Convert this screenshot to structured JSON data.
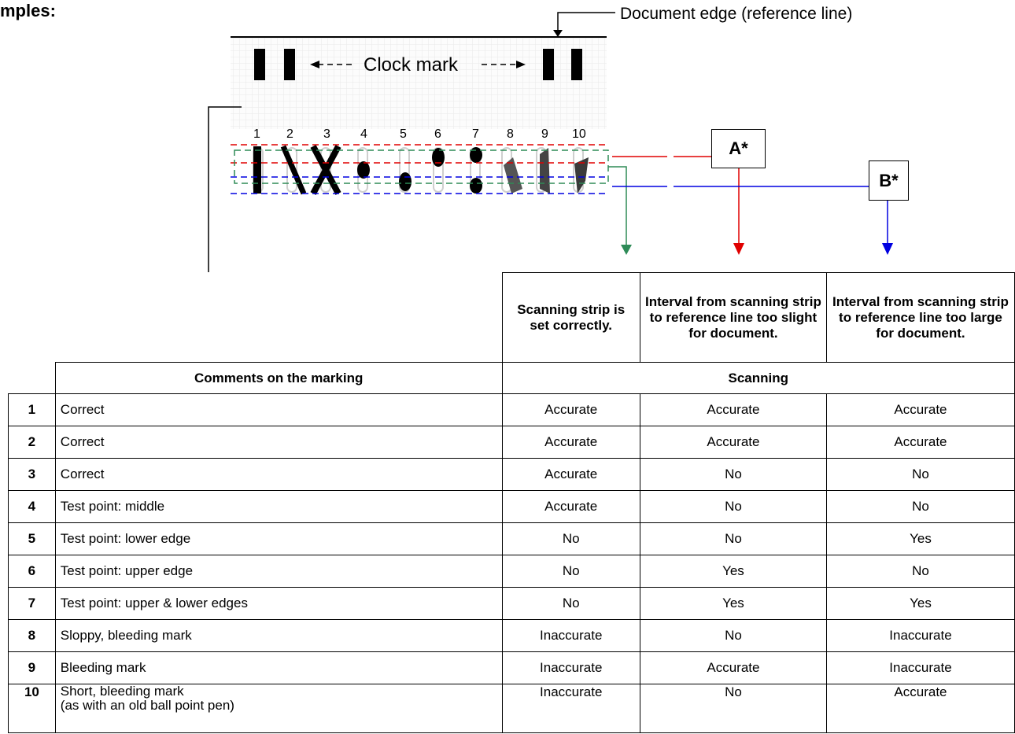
{
  "heading": "mples:",
  "diagram": {
    "document_edge_label": "Document edge (reference line)",
    "clock_mark_label": "Clock mark",
    "numbers": [
      "1",
      "2",
      "3",
      "4",
      "5",
      "6",
      "7",
      "8",
      "9",
      "10"
    ],
    "box_a": "A*",
    "box_b": "B*"
  },
  "colors": {
    "red": "#e00000",
    "blue": "#0000e0",
    "green": "#2e8b57",
    "grid": "#e6e6e6"
  },
  "table": {
    "col_headers": [
      "Scanning strip is set correctly.",
      "Interval from scanning strip to reference line too slight for document.",
      "Interval from scanning strip to reference line too large for document."
    ],
    "comments_header": "Comments on the marking",
    "scanning_header": "Scanning",
    "rows": [
      {
        "n": "1",
        "comment": "Correct",
        "a": "Accurate",
        "b": "Accurate",
        "c": "Accurate"
      },
      {
        "n": "2",
        "comment": "Correct",
        "a": "Accurate",
        "b": "Accurate",
        "c": "Accurate"
      },
      {
        "n": "3",
        "comment": "Correct",
        "a": "Accurate",
        "b": "No",
        "c": "No"
      },
      {
        "n": "4",
        "comment": "Test point: middle",
        "a": "Accurate",
        "b": "No",
        "c": "No"
      },
      {
        "n": "5",
        "comment": "Test point: lower edge",
        "a": "No",
        "b": "No",
        "c": "Yes"
      },
      {
        "n": "6",
        "comment": "Test point: upper edge",
        "a": "No",
        "b": "Yes",
        "c": "No"
      },
      {
        "n": "7",
        "comment": "Test point: upper & lower edges",
        "a": "No",
        "b": "Yes",
        "c": "Yes"
      },
      {
        "n": "8",
        "comment": "Sloppy, bleeding mark",
        "a": "Inaccurate",
        "b": "No",
        "c": "Inaccurate"
      },
      {
        "n": "9",
        "comment": "Bleeding mark",
        "a": "Inaccurate",
        "b": "Accurate",
        "c": "Inaccurate"
      },
      {
        "n": "10",
        "comment": "Short, bleeding mark",
        "comment2": "(as with an old ball point pen)",
        "a": "Inaccurate",
        "b": "No",
        "c": "Accurate"
      }
    ]
  }
}
